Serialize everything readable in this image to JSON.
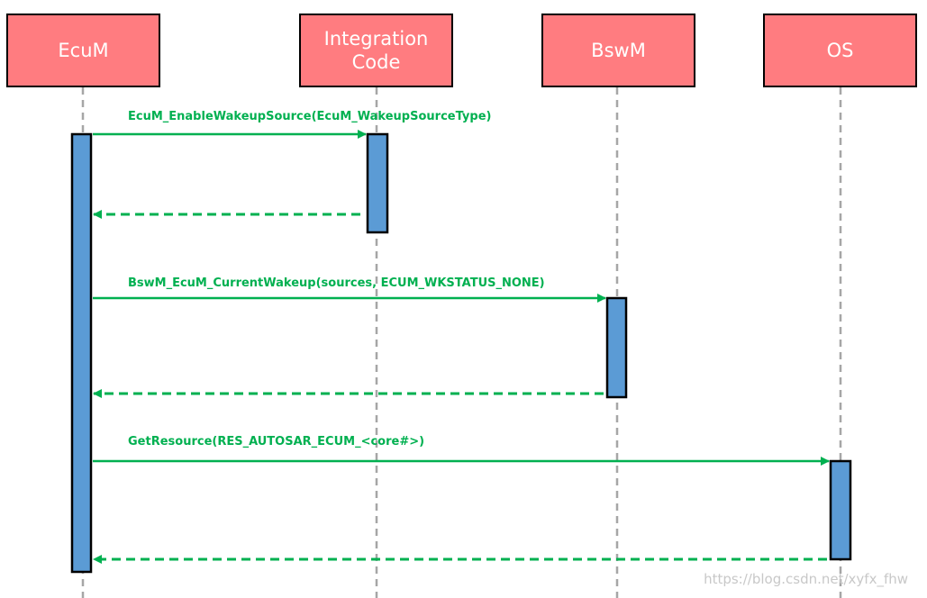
{
  "diagram": {
    "type": "sequence",
    "participants": [
      {
        "id": "ecum",
        "label_lines": [
          "EcuM"
        ]
      },
      {
        "id": "integration",
        "label_lines": [
          "Integration",
          "Code"
        ]
      },
      {
        "id": "bswm",
        "label_lines": [
          "BswM"
        ]
      },
      {
        "id": "os",
        "label_lines": [
          "OS"
        ]
      }
    ],
    "messages": [
      {
        "from": "ecum",
        "to": "integration",
        "kind": "call",
        "label": "EcuM_EnableWakeupSource(EcuM_WakeupSourceType)"
      },
      {
        "from": "integration",
        "to": "ecum",
        "kind": "return",
        "label": ""
      },
      {
        "from": "ecum",
        "to": "bswm",
        "kind": "call",
        "label": "BswM_EcuM_CurrentWakeup(sources,  ECUM_WKSTATUS_NONE)"
      },
      {
        "from": "bswm",
        "to": "ecum",
        "kind": "return",
        "label": ""
      },
      {
        "from": "ecum",
        "to": "os",
        "kind": "call",
        "label": "GetResource(RES_AUTOSAR_ECUM_<core#>)"
      },
      {
        "from": "os",
        "to": "ecum",
        "kind": "return",
        "label": ""
      }
    ],
    "colors": {
      "participant_fill": "#ff7c80",
      "participant_text": "#ffffff",
      "activation_fill": "#5b9bd5",
      "arrow": "#00b050",
      "lifeline": "#a6a6a6",
      "outline": "#000000"
    },
    "watermark": "https://blog.csdn.net/xyfx_fhw"
  }
}
